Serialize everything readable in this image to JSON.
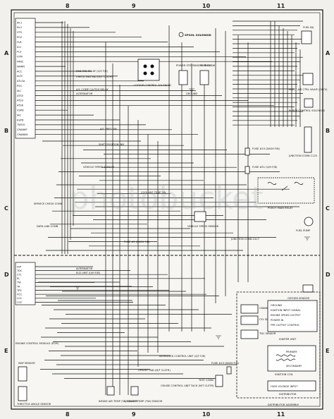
{
  "grid": {
    "columns": [
      "8",
      "9",
      "10",
      "11"
    ],
    "rows": [
      "A",
      "B",
      "C",
      "D",
      "E"
    ]
  },
  "ecu_pins": [
    "IN-1",
    "IN-2",
    "VTS",
    "PO2",
    "FLR",
    "IG1",
    "FLS",
    "VTM",
    "FANC",
    "WARN",
    "ACC",
    "ALTC",
    "ATLSA",
    "PSS",
    "IAC",
    "ATS5",
    "ATS3",
    "ATS6",
    "VSPD",
    "IAC",
    "ESPD",
    "TWOO",
    "CRANKP",
    "CRANKM",
    "IGP",
    "TDC",
    "CYL",
    "EL",
    "TW",
    "TA",
    "TPS",
    "VCC",
    "LG1",
    "LG2"
  ],
  "labels": {
    "spool": "SPOOL SOLENOID",
    "fuel_inj": "FUEL INJ",
    "rad_fan": "RAD FAN RELAY (U/S F/B)",
    "check_eng": "CHECK ENG IND (M/T CLSTR)",
    "ac_clutch": "A/C COMP CLUTCH RELAY",
    "alternator": "ALTERNATOR",
    "lockup": "LOCKUP CONTROL SOLENOID",
    "power_steer": "POWER STEERING PRSR SW",
    "oil_press": "OIL PRES SW",
    "ground": "GROUND",
    "elect_air": "ELECT AIR CTRL VALVE (EACV)",
    "purge": "PURGE CONTROL SOLENOID",
    "ac_press": "A/C PRES SW",
    "shift_pos": "SHIFT POSITION IND",
    "vss": "VEHICLE SPEED SENSOR",
    "coolant": "COOLANT TEMP SW",
    "junction_c": "JUNCTION CONN C125",
    "fuse10": "FUSE #10 (DASH F/B)",
    "fuse51": "FUSE #51 (U/H F/B)",
    "pgm_fi": "PGM-FI MAIN RELAY",
    "fuel_pump": "FUEL PUMP",
    "vehicle_speed_sensor": "VEHICLE SPEED SENSOR",
    "junction_c417": "JUNCTION CONN C417",
    "fuse5": "FUSE #5 (DASH F/B)",
    "data_link": "DATA LINK CONN",
    "service_check": "SERVICE CHECK CONN",
    "oxygen": "OXYGEN SENSOR",
    "crank": "CRANK SENSOR",
    "cyl": "CYL SENSOR",
    "tdc": "TDC SENSOR",
    "igniter": "IGNITER UNIT",
    "primary": "PRIMARY",
    "secondary": "SECONDARY",
    "ign_coil": "IGNITION COIL",
    "high_volt": "HIGH VOLTAGE INPUT",
    "distributor": "DISTRIBUTOR",
    "dist_assy": "DISTRIBUTOR ASSEMBLY",
    "map": "MAP SENSOR",
    "throttle": "THROTTLE ANGLE SENSOR",
    "intake_air": "INTAKE AIR TEMP (TA) SENSOR",
    "coolant_temp": "COOLANT TEMP (TW) SENSOR",
    "upshift": "UPSHIFT IND (M/T CLSTR)",
    "interlock": "INTERLOCK CONTROL UNIT (A/T F/B)",
    "cruise": "CRUISE CONTROL UNIT TACH (M/T CLSTR)",
    "fuse15": "FUSE #15 (DASH F/B)",
    "test_conn": "TEST CONN",
    "ecm": "ENGINE CONTROL MODULE (ECM)",
    "alt2": "ALTERNATOR",
    "eld": "ELD UNIT (U/H F/B)",
    "ground_out": "GROUND",
    "ign_input": "IGNITION INPUT SIGNAL",
    "eng_speed": "ENGINE SPEED OUTPUT",
    "power_in": "POWER IN",
    "fpr_out": "FPR OUTPUT CONTROL",
    "watermark": "photobucket"
  }
}
